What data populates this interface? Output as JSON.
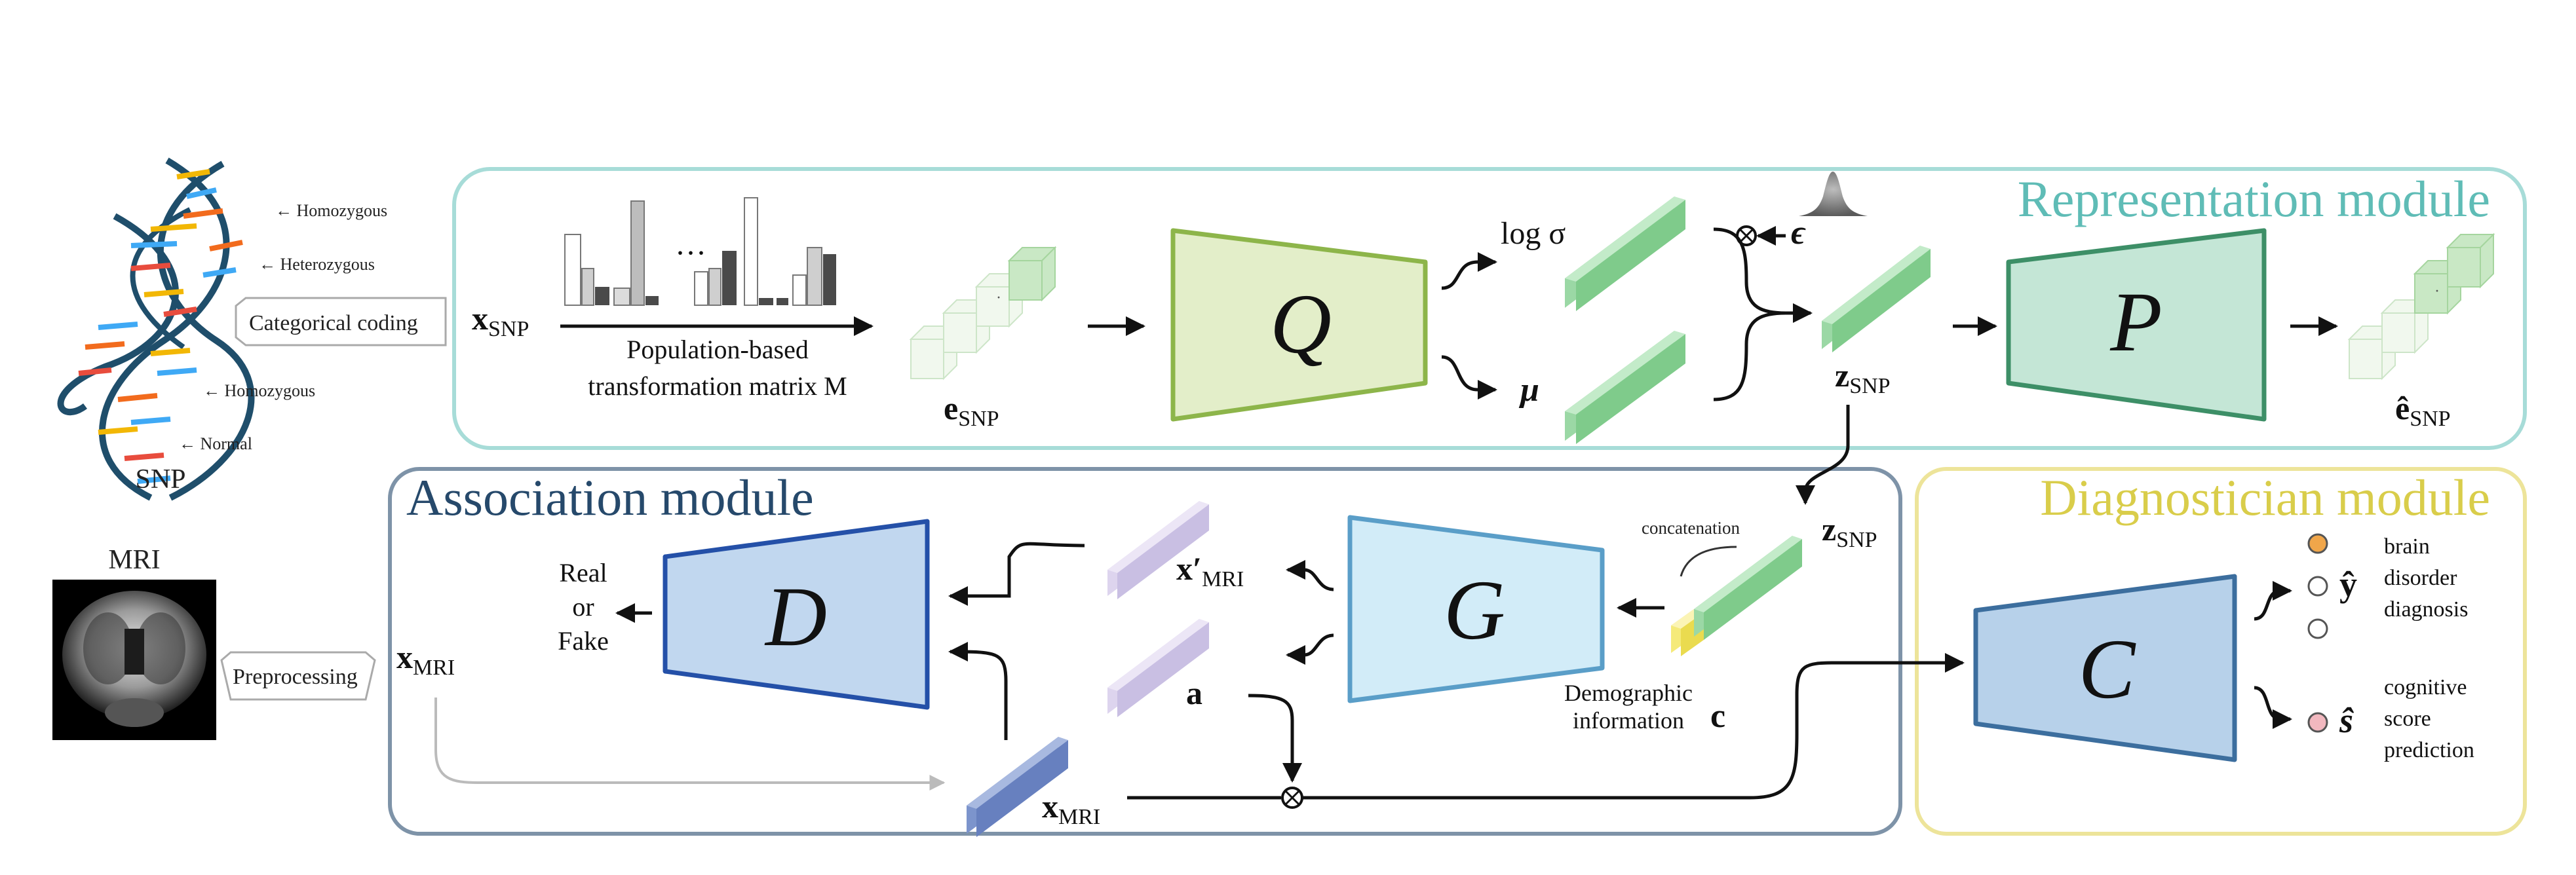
{
  "modules": {
    "representation": {
      "title": "Representation module",
      "color": "#5fbcb6"
    },
    "association": {
      "title": "Association module",
      "color": "#26496b"
    },
    "diagnostician": {
      "title": "Diagnostician module",
      "color": "#d9cd4a"
    }
  },
  "snp": {
    "label": "SNP",
    "annotations": [
      "Homozygous",
      "Heterozygous",
      "Homozygous",
      "Normal"
    ],
    "coding_box": "Categorical coding"
  },
  "mri": {
    "label": "MRI",
    "preprocessing_box": "Preprocessing"
  },
  "representation": {
    "x_snp": "x",
    "x_snp_sub": "SNP",
    "histogram_ellipsis": "···",
    "transform_line1": "Population-based",
    "transform_line2": "transformation matrix M",
    "e_snp": "e",
    "e_snp_sub": "SNP",
    "encoder_symbol": "Q",
    "log_sigma": "log σ",
    "mu": "μ",
    "epsilon": "ϵ",
    "z_snp": "z",
    "z_snp_sub": "SNP",
    "decoder_symbol": "P",
    "e_hat_snp": "ê",
    "e_hat_snp_sub": "SNP"
  },
  "association": {
    "real": "Real",
    "or": "or",
    "fake": "Fake",
    "discriminator_symbol": "D",
    "x_prime_mri": "x′",
    "x_prime_mri_sub": "MRI",
    "a": "a",
    "generator_symbol": "G",
    "concatenation": "concatenation",
    "z_snp": "z",
    "z_snp_sub": "SNP",
    "demographic_line1": "Demographic",
    "demographic_line2": "information",
    "c": "c",
    "x_mri_left": "x",
    "x_mri_left_sub": "MRI",
    "x_mri_bottom": "x",
    "x_mri_bottom_sub": "MRI"
  },
  "diagnostician": {
    "classifier_symbol": "C",
    "y_hat": "ŷ",
    "s_hat": "ŝ",
    "diagnosis_lines": [
      "brain",
      "disorder",
      "diagnosis"
    ],
    "score_lines": [
      "cognitive",
      "score",
      "prediction"
    ]
  }
}
